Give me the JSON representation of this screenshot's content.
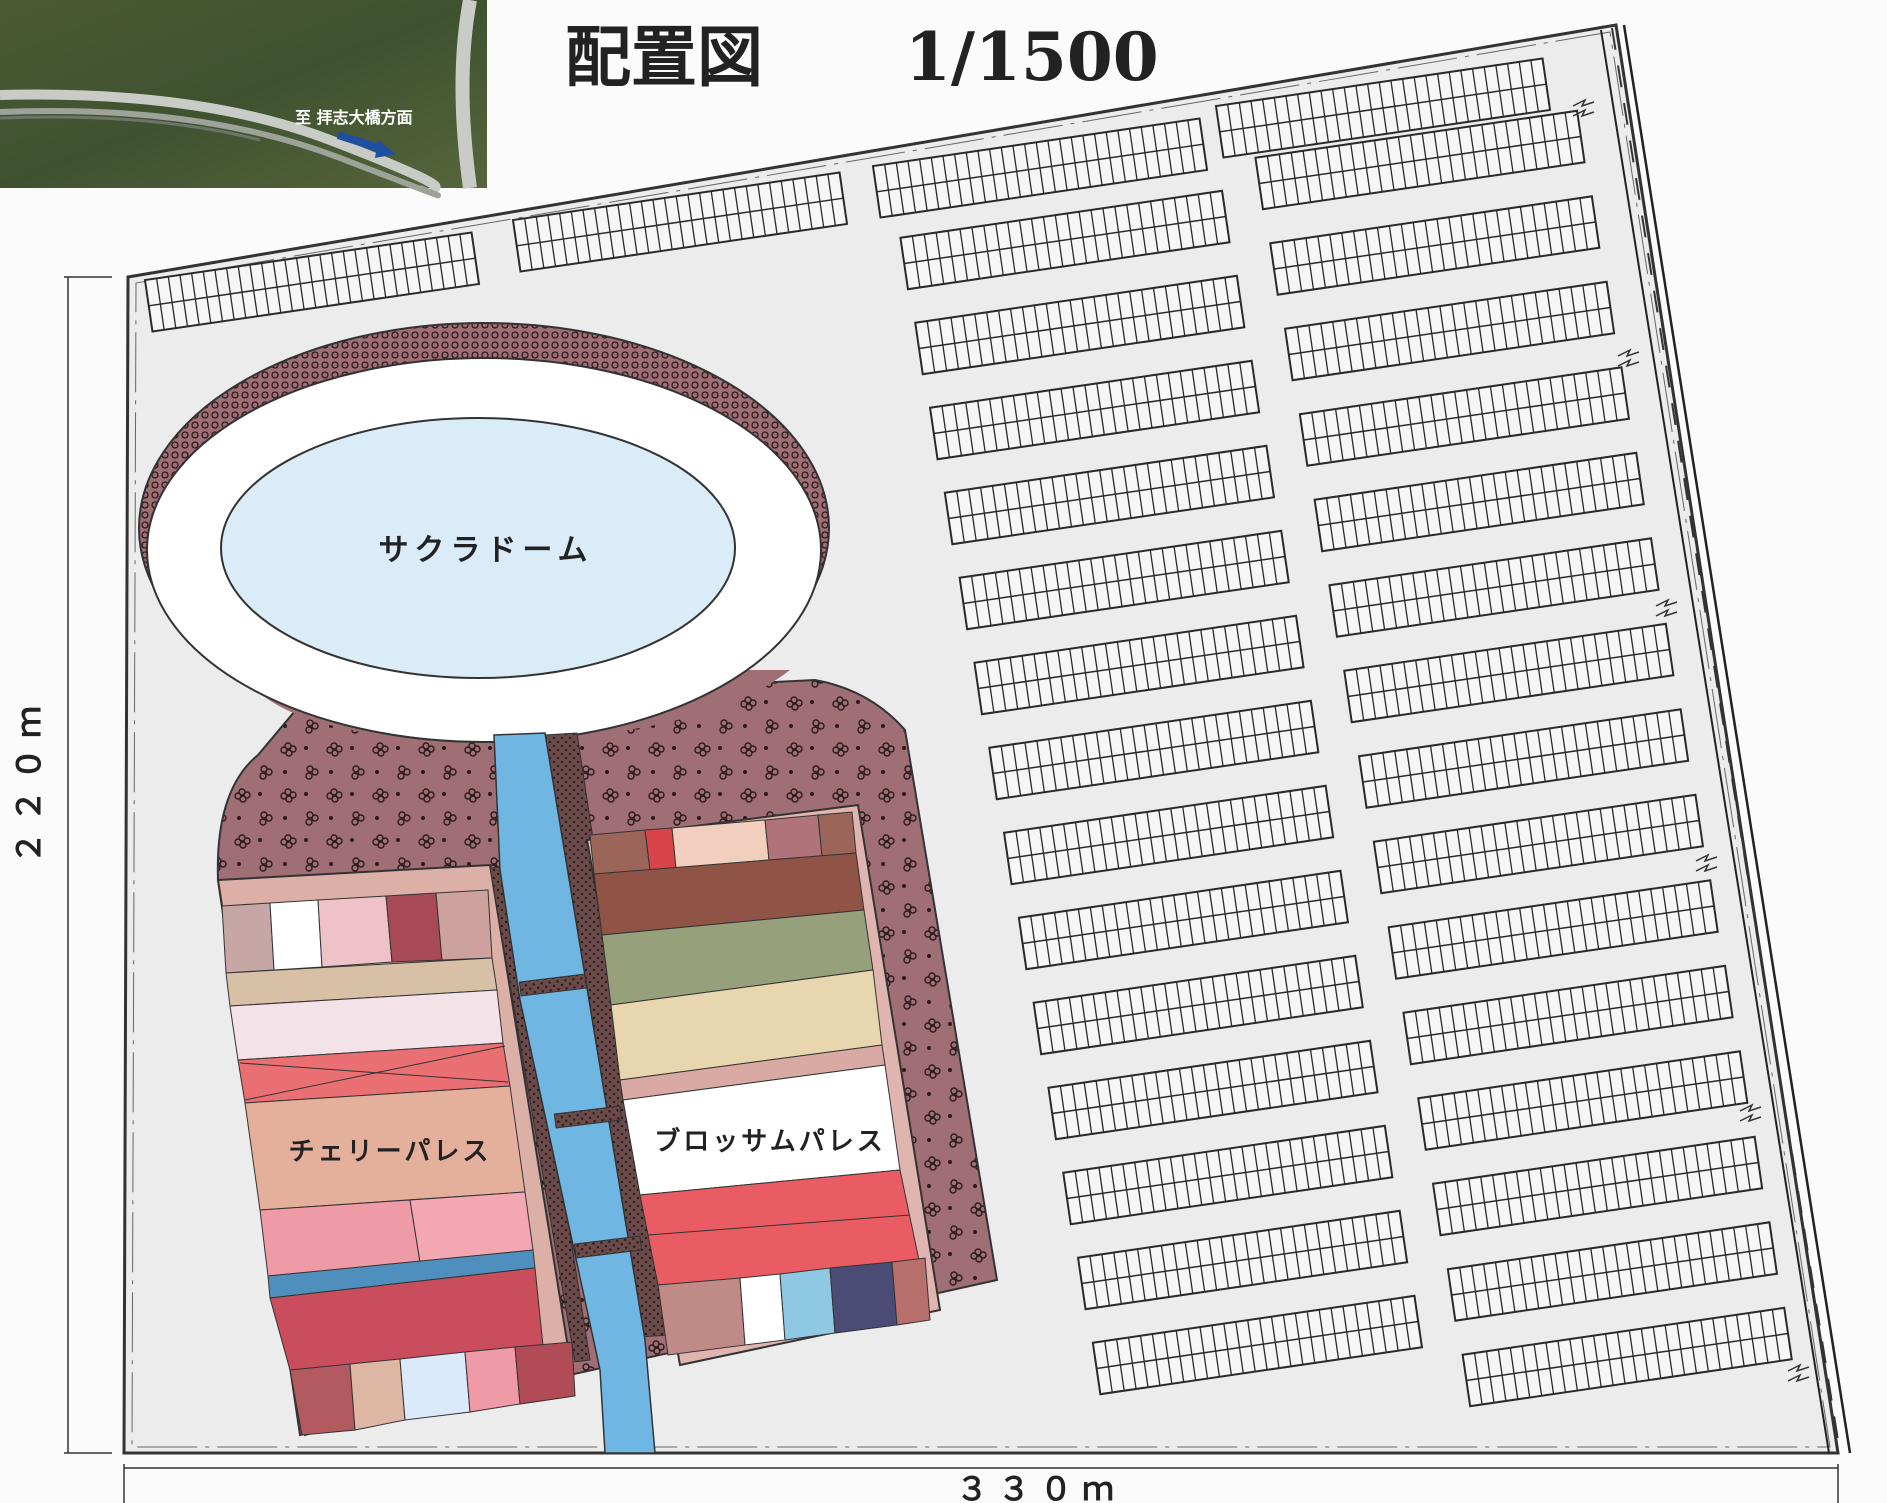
{
  "title": "配置図",
  "scale": "1/1500",
  "dimensions": {
    "height": "２２０ｍ",
    "width": "３３０ｍ"
  },
  "photo_label": "至 拝志大橋方面",
  "buildings": {
    "dome": "サクラドーム",
    "left_palace": "チェリーパレス",
    "right_palace": "ブロッサムパレス"
  },
  "colors": {
    "ground": "#ececec",
    "dome_water": "#d9ecf7",
    "flower_bed": "#9b6b72",
    "canal": "#6fb6e3",
    "grid_line": "#2a2a2a"
  },
  "icons": {
    "photo_arrow": "arrow-right-icon",
    "entrance_marker": "double-arrow-icon"
  }
}
